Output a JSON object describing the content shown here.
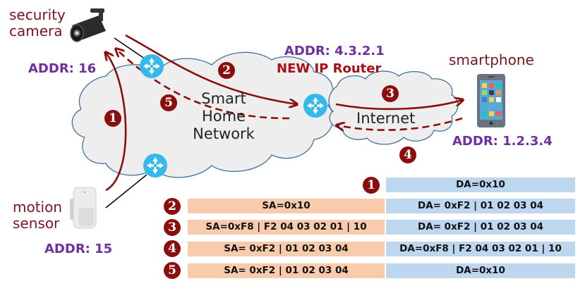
{
  "devices": {
    "camera": {
      "label_line1": "security",
      "label_line2": "camera",
      "addr": "ADDR: 16"
    },
    "sensor": {
      "label_line1": "motion",
      "label_line2": "sensor",
      "addr": "ADDR: 15"
    },
    "phone": {
      "label": "smartphone",
      "addr": "ADDR: 1.2.3.4"
    }
  },
  "router": {
    "addr": "ADDR: 4.3.2.1",
    "name": "NEW IP Router"
  },
  "clouds": {
    "home": {
      "line1": "Smart",
      "line2": "Home",
      "line3": "Network"
    },
    "internet": {
      "label": "Internet"
    }
  },
  "step_markers": [
    "1",
    "2",
    "3",
    "4",
    "5"
  ],
  "colors": {
    "arrow": "#8b0e0e",
    "addr": "#7030a0",
    "sa_fill": "#f8cbad",
    "da_fill": "#bdd7ee",
    "router": "#35b9ea"
  },
  "table": {
    "rows": [
      {
        "step": "1",
        "sa": "",
        "da": "DA=0x10"
      },
      {
        "step": "2",
        "sa": "SA=0x10",
        "da": "DA= 0xF2 | 01 02 03 04"
      },
      {
        "step": "3",
        "sa": "SA=0xF8 | F2 04 03 02 01 | 10",
        "da": "DA= 0xF2 | 01 02 03 04"
      },
      {
        "step": "4",
        "sa": "SA= 0xF2 | 01 02 03 04",
        "da": "DA=0xF8 | F2 04 03 02 01 | 10"
      },
      {
        "step": "5",
        "sa": "SA= 0xF2 | 01 02 03 04",
        "da": "DA=0x10"
      }
    ]
  }
}
